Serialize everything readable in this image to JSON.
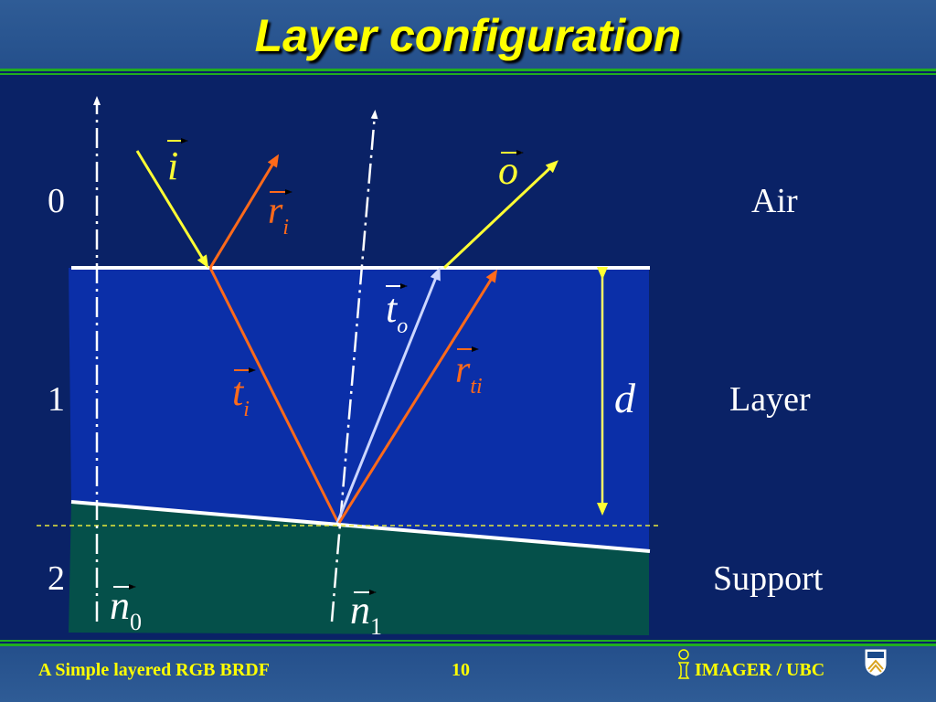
{
  "title": "Layer configuration",
  "labels": {
    "idx0": "0",
    "idx1": "1",
    "idx2": "2",
    "air": "Air",
    "layer": "Layer",
    "support": "Support",
    "d": "d"
  },
  "vectors": {
    "i": {
      "main": "i",
      "sub": ""
    },
    "ri": {
      "main": "r",
      "sub": "i"
    },
    "ti": {
      "main": "t",
      "sub": "i"
    },
    "to": {
      "main": "t",
      "sub": "o"
    },
    "rti": {
      "main": "r",
      "sub": "ti"
    },
    "o": {
      "main": "o",
      "sub": ""
    },
    "n0": {
      "main": "n",
      "sub": "0"
    },
    "n1": {
      "main": "n",
      "sub": "1"
    }
  },
  "footer": {
    "left": "A Simple layered RGB BRDF",
    "page": "10",
    "right": "IMAGER / UBC"
  },
  "colors": {
    "title": "#ffff00",
    "background": "#0a2266",
    "layer": "#0b2fa8",
    "support": "#05504a",
    "incident": "#ffff33",
    "refracted": "#ff6a1a",
    "outgoing": "#ccd6ff",
    "normal": "#ffffff",
    "band": "#1fae1f"
  }
}
